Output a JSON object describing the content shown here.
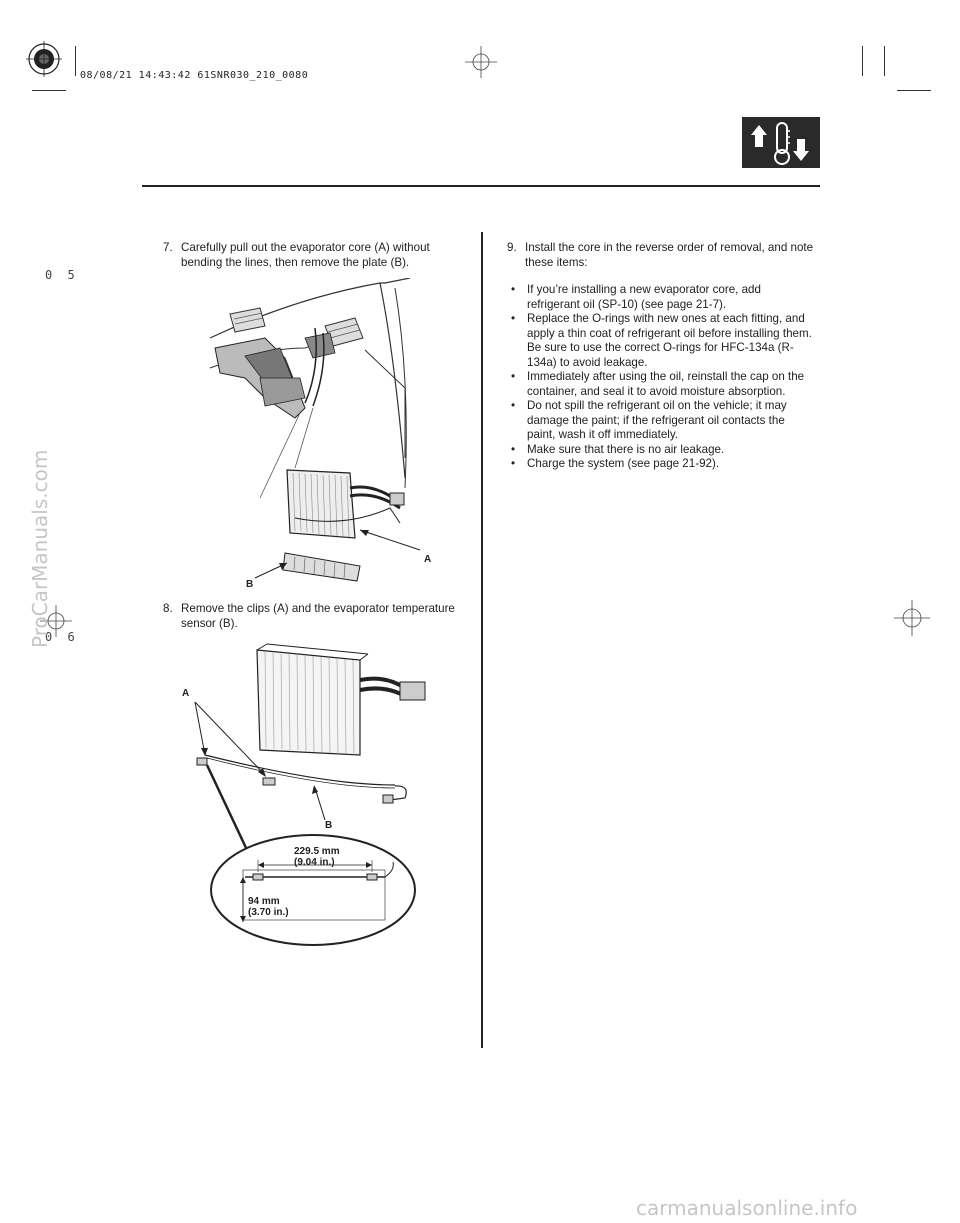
{
  "header": {
    "stamp": "08/08/21 14:43:42 61SNR030_210_0080",
    "icon": "climate-control-thermometer-icon"
  },
  "margin_marks": {
    "top": "0 5",
    "bottom": "0 6"
  },
  "watermarks": {
    "side": "ProCarManuals.com",
    "footer": "carmanualsonline.info"
  },
  "left_column": {
    "step7": {
      "number": "7.",
      "text": "Carefully pull out the evaporator core (A) without bending the lines, then remove the plate (B)."
    },
    "figure1": {
      "label_a": "A",
      "label_b": "B"
    },
    "step8": {
      "number": "8.",
      "text": "Remove the clips (A) and the evaporator temperature sensor (B)."
    },
    "figure2": {
      "label_a": "A",
      "label_b": "B",
      "dim_length_mm": "229.5 mm",
      "dim_length_in": "(9.04 in.)",
      "dim_height_mm": "94 mm",
      "dim_height_in": "(3.70 in.)"
    }
  },
  "right_column": {
    "step9": {
      "number": "9.",
      "text": "Install the core in the reverse order of removal, and note these items:"
    },
    "items": [
      "If you’re installing a new evaporator core, add refrigerant oil (SP-10) (see page 21-7).",
      "Replace the O-rings with new ones at each fitting, and apply a thin coat of refrigerant oil before installing them. Be sure to use the correct O-rings for HFC-134a (R-134a) to avoid leakage.",
      "Immediately after using the oil, reinstall the cap on the container, and seal it to avoid moisture absorption.",
      "Do not spill the refrigerant oil on the vehicle; it may damage the paint; if the refrigerant oil contacts the paint, wash it off immediately.",
      "Make sure that there is no air leakage.",
      "Charge the system (see page 21-92)."
    ]
  }
}
